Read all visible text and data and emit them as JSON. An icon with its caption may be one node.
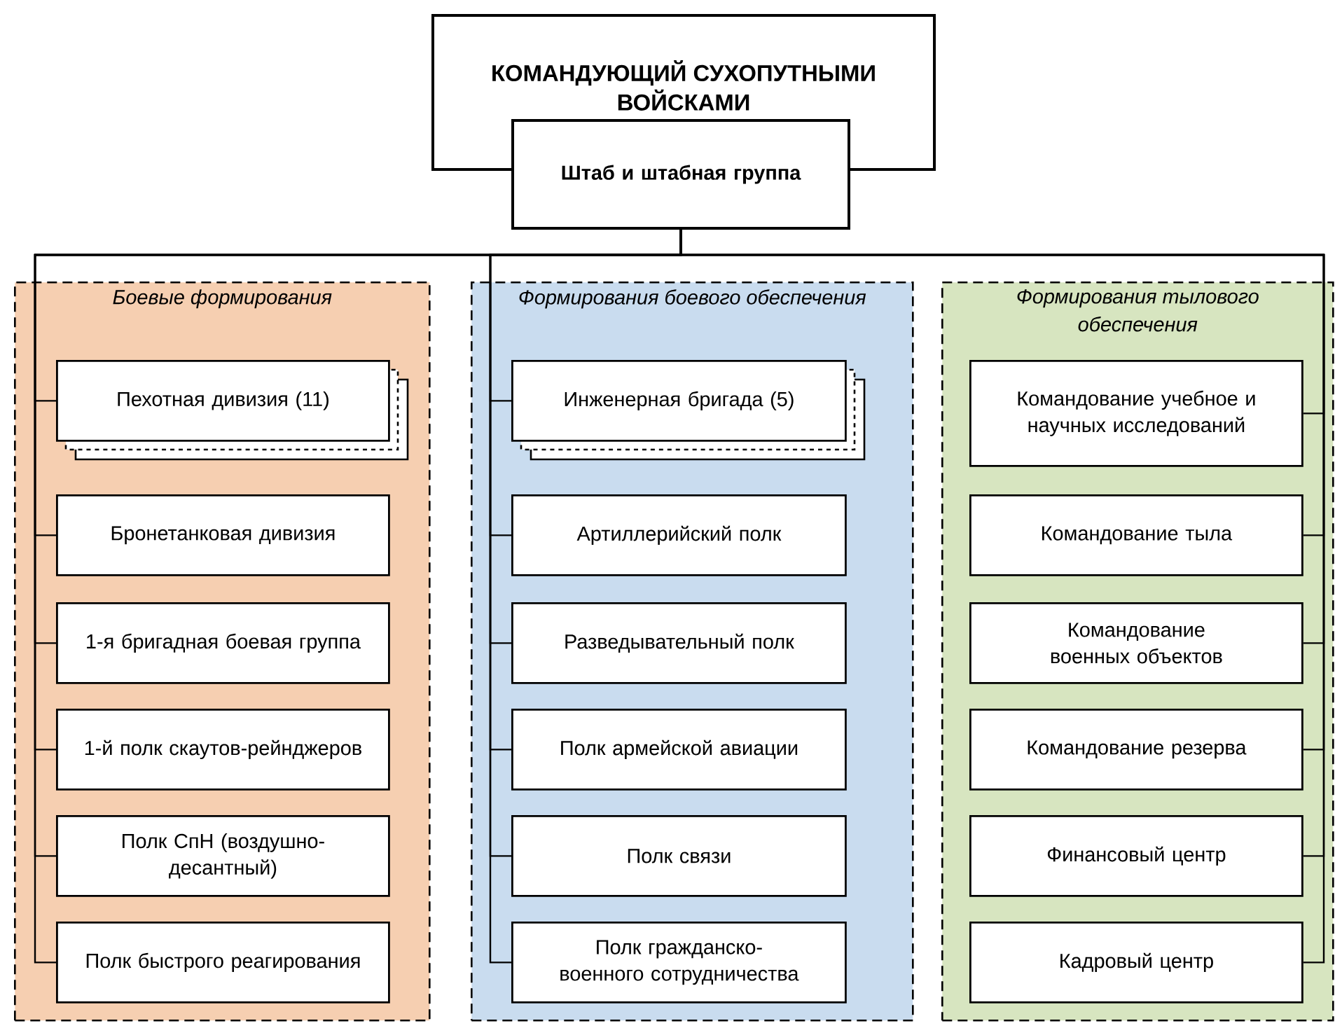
{
  "diagram": {
    "nodes": [
      {
        "text": [
          "КОМАНДУЮЩИЙ СУХОПУТНЫМИ ВОЙСКАМИ"
        ]
      },
      {
        "text": [
          "Штаб и штабная группа"
        ]
      },
      {
        "text": [
          "Боевые формирования"
        ]
      },
      {
        "text": [
          "Пехотная дивизия (11)"
        ],
        "in": 2
      },
      {
        "text": [
          "Бронетанковая дивизия"
        ],
        "in": 2
      },
      {
        "text": [
          "1-я бригадная боевая группа"
        ],
        "in": 2
      },
      {
        "text": [
          "1-й полк скаутов-рейнджеров"
        ],
        "in": 2
      },
      {
        "text": [
          "Полк СпН (воздушно-десантный)"
        ],
        "in": 2
      },
      {
        "text": [
          "Полк быстрого реагирования"
        ],
        "in": 2
      },
      {
        "text": [
          "Формирования боевого обеспечения"
        ]
      },
      {
        "text": [
          "Инженерная бригада (5)"
        ],
        "in": 9
      },
      {
        "text": [
          "Артиллерийский полк"
        ],
        "in": 9
      },
      {
        "text": [
          "Разведывательный полк"
        ],
        "in": 9
      },
      {
        "text": [
          "Полк армейской авиации"
        ],
        "in": 9
      },
      {
        "text": [
          "Полк связи"
        ],
        "in": 9
      },
      {
        "text": [
          "Полк гражданско-военного сотрудничества"
        ],
        "in": 9
      },
      {
        "text": [
          "Формирования тылового обеспечения"
        ]
      },
      {
        "text": [
          "Командование учебное и научных исследований"
        ],
        "in": 16
      },
      {
        "text": [
          "Командование тыла"
        ],
        "in": 16
      },
      {
        "text": [
          "Командование военных объектов"
        ],
        "in": 16
      },
      {
        "text": [
          "Командование резерва"
        ],
        "in": 16
      },
      {
        "text": [
          "Финансовый центр"
        ],
        "in": 16
      },
      {
        "text": [
          "Кадровый центр"
        ],
        "in": 16
      }
    ],
    "edges": [
      {
        "from": 1,
        "to": 3,
        "arrow": "none"
      },
      {
        "from": 1,
        "to": 4,
        "arrow": "none"
      },
      {
        "from": 1,
        "to": 5,
        "arrow": "none"
      },
      {
        "from": 1,
        "to": 6,
        "arrow": "none"
      },
      {
        "from": 1,
        "to": 7,
        "arrow": "none"
      },
      {
        "from": 1,
        "to": 8,
        "arrow": "none"
      },
      {
        "from": 1,
        "to": 10,
        "arrow": "none"
      },
      {
        "from": 1,
        "to": 11,
        "arrow": "none"
      },
      {
        "from": 1,
        "to": 12,
        "arrow": "none"
      },
      {
        "from": 1,
        "to": 13,
        "arrow": "none"
      },
      {
        "from": 1,
        "to": 14,
        "arrow": "none"
      },
      {
        "from": 1,
        "to": 15,
        "arrow": "none"
      },
      {
        "from": 1,
        "to": 17,
        "arrow": "none"
      },
      {
        "from": 1,
        "to": 18,
        "arrow": "none"
      },
      {
        "from": 1,
        "to": 19,
        "arrow": "none"
      },
      {
        "from": 1,
        "to": 20,
        "arrow": "none"
      },
      {
        "from": 1,
        "to": 21,
        "arrow": "none"
      },
      {
        "from": 1,
        "to": 22,
        "arrow": "none"
      }
    ]
  }
}
